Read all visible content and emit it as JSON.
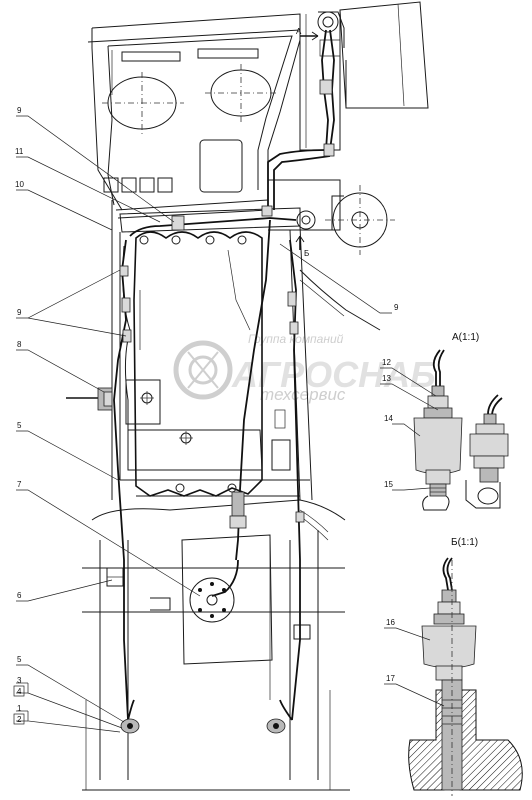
{
  "sections": {
    "view_a_label": "А(1:1)",
    "view_b_label": "Б(1:1)",
    "marker_a": "А",
    "marker_b": "Б"
  },
  "callouts": {
    "c9_top": "9",
    "c11": "11",
    "c10": "10",
    "c9_left": "9",
    "c9_right": "9",
    "c8": "8",
    "c5_left": "5",
    "c7": "7",
    "c6": "6",
    "c5_bottom": "5",
    "c3": "3",
    "c4": "4",
    "c1": "1",
    "c2": "2",
    "c12": "12",
    "c13": "13",
    "c14": "14",
    "c15": "15",
    "c16": "16",
    "c17": "17"
  },
  "watermark": {
    "line1": "Группа компаний",
    "line2": "АГРОСНАБ",
    "line3": "техсервис"
  }
}
